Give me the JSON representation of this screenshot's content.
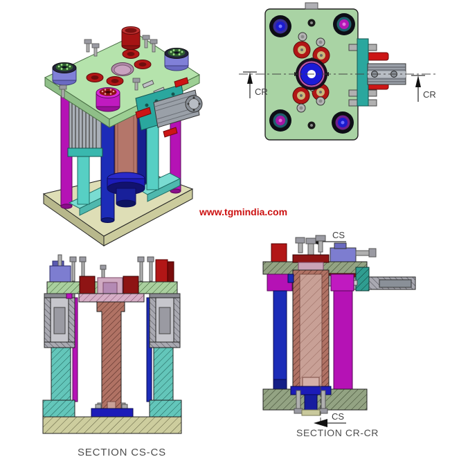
{
  "watermark": {
    "text": "www.tgmindia.com",
    "color": "#cc1111"
  },
  "top_view": {
    "cr_left": "CR",
    "cr_right": "CR"
  },
  "section_cs": {
    "caption": "SECTION CS-CS"
  },
  "section_cr": {
    "caption": "SECTION CR-CR",
    "cs_top": "CS",
    "cs_bottom": "CS"
  },
  "colors": {
    "plate_green_iso": "#b5e3ac",
    "plate_green_top_view": "#a9d3a4",
    "plate_olive_section": "#93a383",
    "base_khaki": "#dedeb6",
    "column_magenta": "#b512b5",
    "column_blue": "#1c2cb8",
    "column_teal": "#57cfc4",
    "core_brown": "#b4766a",
    "bushing_red": "#b21616",
    "cylinder_gray": "#9aa0a8",
    "bracket_teal": "#2aa79e",
    "valve_purple": "#7d7dd0",
    "flange_blue": "#1c1cb8",
    "label_color": "#3f3f3f"
  }
}
